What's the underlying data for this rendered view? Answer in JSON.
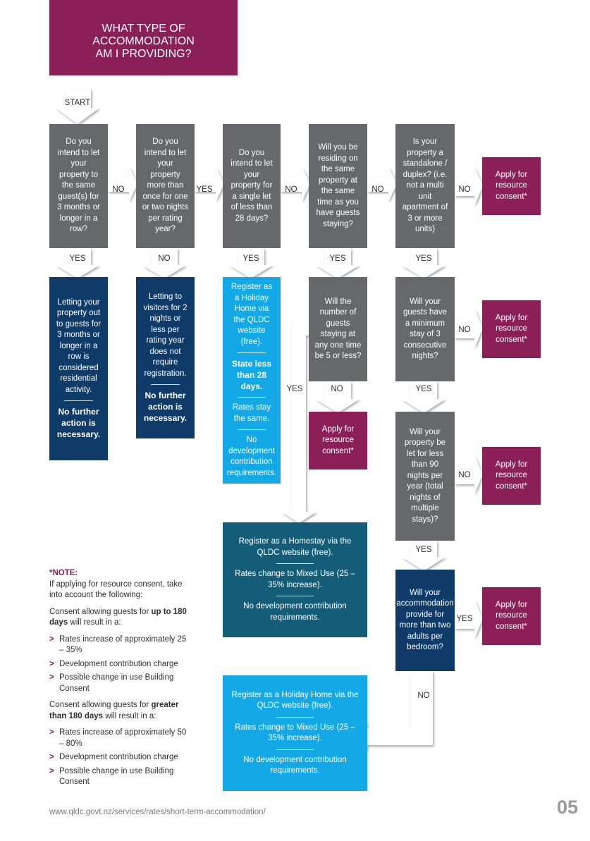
{
  "title": {
    "line1": "WHAT TYPE OF",
    "line2": "ACCOMMODATION",
    "line3": "AM I PROVIDING?"
  },
  "start": "START",
  "questions": {
    "q1": "Do you intend to let your property to the same guest(s) for 3 months or longer in a row?",
    "q2": "Do you intend to let your property more than once for one or two nights per rating year?",
    "q3": "Do you intend to let your property for a single let of less than 28 days?",
    "q4": "Will you be residing on the same property at the same time as you have guests staying?",
    "q5": "Is your property a standalone / duplex? (i.e. not a multi unit apartment of 3 or more units)",
    "q6": "Will the number of guests staying at any one time be 5 or less?",
    "q7": "Will your guests have a minimum stay of 3 consecutive nights?",
    "q8": "Will your property be let for less than 90 nights per year (total nights of multiple stays)?",
    "q9": "Will your accommodation provide for more than two adults per bedroom?"
  },
  "outcomes": {
    "residential": {
      "text": "Letting your property out to guests for 3 months or longer in a row is considered residential activity.",
      "bold": "No further action is necessary."
    },
    "no_registration": {
      "text": "Letting to visitors for 2 nights or less per rating year does not require registration.",
      "bold": "No further action is necessary."
    },
    "holiday_home_1": {
      "line1": "Register as a Holiday Home via the QLDC website (free).",
      "bold": "State less than 28 days.",
      "line2": "Rates stay the same.",
      "line3": "No development contribution requirements."
    },
    "homestay": {
      "line1": "Register as a Homestay via the QLDC website (free).",
      "line2": "Rates change to Mixed Use (25 – 35% increase).",
      "line3": "No development contribution requirements."
    },
    "holiday_home_2": {
      "line1": "Register as a Holiday Home via the QLDC website (free).",
      "line2": "Rates change to Mixed Use (25 – 35% increase).",
      "line3": "No development contribution requirements."
    },
    "apply": "Apply for resource consent*"
  },
  "labels": {
    "yes": "YES",
    "no": "NO"
  },
  "note": {
    "title": "*NOTE:",
    "intro": "If applying for resource consent, take into account the following:",
    "group1_prefix": "Consent allowing guests for ",
    "group1_bold": "up to 180 days",
    "group1_suffix": " will result in a:",
    "group1_items": [
      "Rates increase of approximately 25 – 35%",
      "Development contribution charge",
      "Possible change in use Building Consent"
    ],
    "group2_prefix": "Consent allowing guests for ",
    "group2_bold": "greater than 180 days",
    "group2_suffix": " will result in a:",
    "group2_items": [
      "Rates increase of approximately 50 – 80%",
      "Development contribution charge",
      "Possible change in use Building Consent"
    ]
  },
  "footer": {
    "url": "www.qldc.govt.nz/services/rates/short-term-accommodation/",
    "page": "05"
  },
  "colors": {
    "question": "#67686a",
    "consent": "#8b1f57",
    "navy": "#0f3b68",
    "sky": "#12a9e6",
    "teal": "#145d78",
    "arrow": "#ffffff"
  }
}
